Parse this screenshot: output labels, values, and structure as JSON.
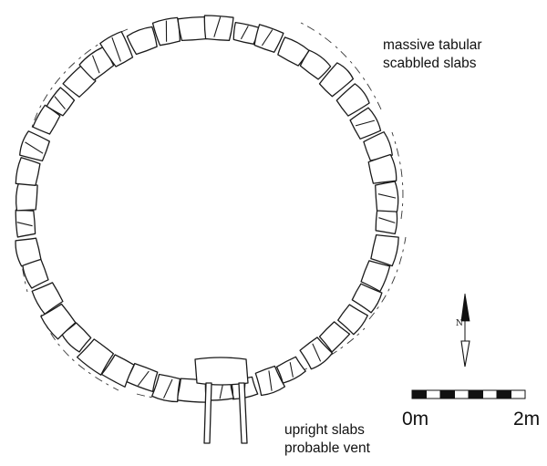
{
  "annotations": {
    "top_right": [
      "massive tabular",
      "scabbled slabs"
    ],
    "bottom": [
      "upright slabs",
      "probable vent"
    ]
  },
  "scale_bar": {
    "start_label": "0m",
    "end_label": "2m",
    "segments": 8
  },
  "north_arrow": {
    "label": "N"
  },
  "colors": {
    "ink": "#1a1a1a",
    "paper": "#ffffff"
  }
}
